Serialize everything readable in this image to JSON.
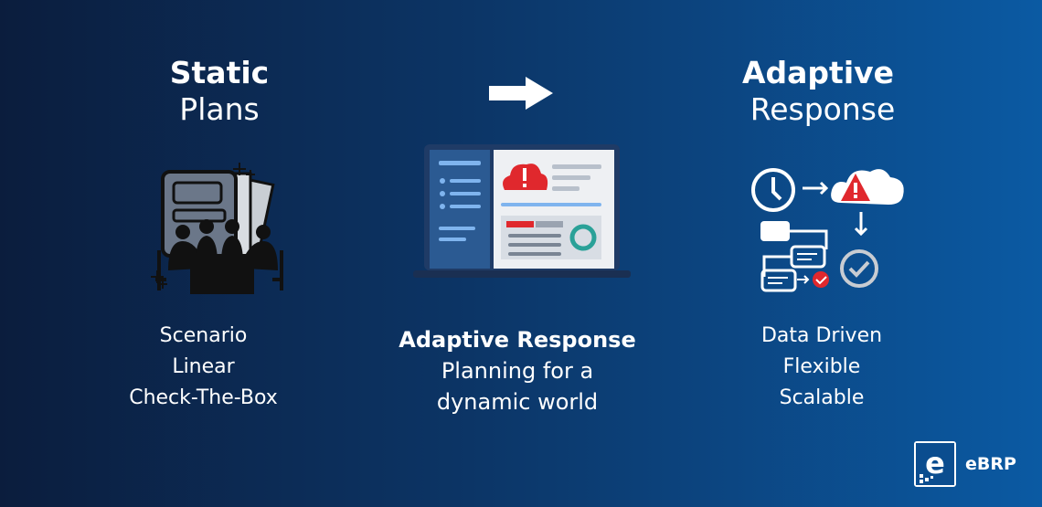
{
  "left": {
    "title_strong": "Static",
    "title_light": "Plans",
    "items": [
      "Scenario",
      "Linear",
      "Check-The-Box"
    ],
    "icon": "meeting-table-icon"
  },
  "middle": {
    "arrow_icon": "arrow-right-icon",
    "illustration": "laptop-dashboard-icon",
    "label_strong": "Adaptive Response",
    "label_lines": [
      "Planning for a",
      "dynamic world"
    ]
  },
  "right": {
    "title_strong": "Adaptive",
    "title_light": "Response",
    "items": [
      "Data Driven",
      "Flexible",
      "Scalable"
    ],
    "icon": "workflow-icon"
  },
  "logo": {
    "text": "eBRP",
    "mark": "e"
  },
  "colors": {
    "alert_red": "#e0282d",
    "white": "#ffffff",
    "gray": "#c8ccd2"
  }
}
